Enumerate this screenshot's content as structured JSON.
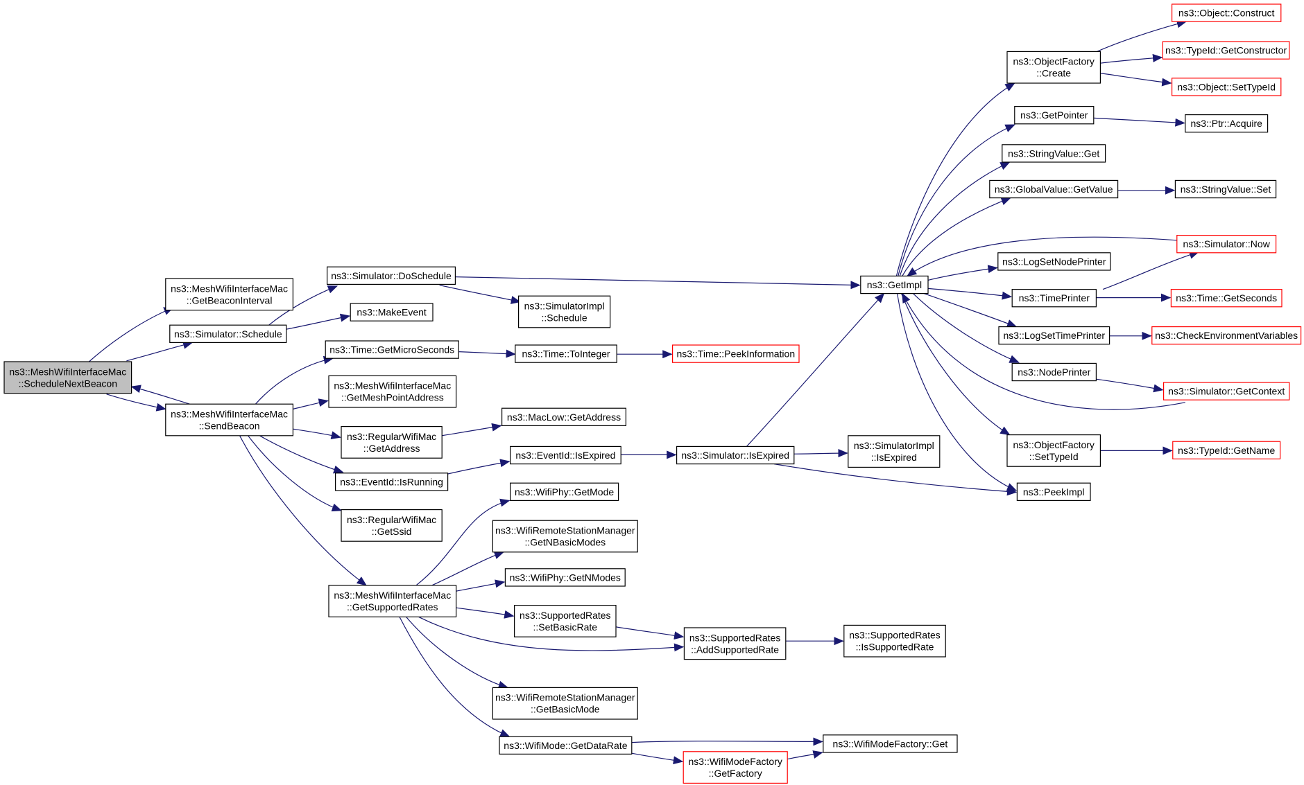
{
  "colors": {
    "edge": "#191970",
    "border_normal": "#000000",
    "border_truncated": "#ff0000",
    "fill_normal": "#ffffff",
    "fill_focus": "#bfbfbf"
  },
  "nodes": [
    {
      "id": "root",
      "lines": [
        "ns3::MeshWifiInterfaceMac",
        "::ScheduleNextBeacon"
      ],
      "style": "focus"
    },
    {
      "id": "getBeaconInterval",
      "lines": [
        "ns3::MeshWifiInterfaceMac",
        "::GetBeaconInterval"
      ],
      "style": "normal"
    },
    {
      "id": "schedule",
      "lines": [
        "ns3::Simulator::Schedule"
      ],
      "style": "normal"
    },
    {
      "id": "sendBeacon",
      "lines": [
        "ns3::MeshWifiInterfaceMac",
        "::SendBeacon"
      ],
      "style": "normal"
    },
    {
      "id": "doSchedule",
      "lines": [
        "ns3::Simulator::DoSchedule"
      ],
      "style": "normal"
    },
    {
      "id": "makeEvent",
      "lines": [
        "ns3::MakeEvent"
      ],
      "style": "normal"
    },
    {
      "id": "getMicroSeconds",
      "lines": [
        "ns3::Time::GetMicroSeconds"
      ],
      "style": "normal"
    },
    {
      "id": "getMeshPointAddress",
      "lines": [
        "ns3::MeshWifiInterfaceMac",
        "::GetMeshPointAddress"
      ],
      "style": "normal"
    },
    {
      "id": "rwmGetAddress",
      "lines": [
        "ns3::RegularWifiMac",
        "::GetAddress"
      ],
      "style": "normal"
    },
    {
      "id": "isRunning",
      "lines": [
        "ns3::EventId::IsRunning"
      ],
      "style": "normal"
    },
    {
      "id": "getSsid",
      "lines": [
        "ns3::RegularWifiMac",
        "::GetSsid"
      ],
      "style": "normal"
    },
    {
      "id": "getSupportedRates",
      "lines": [
        "ns3::MeshWifiInterfaceMac",
        "::GetSupportedRates"
      ],
      "style": "normal"
    },
    {
      "id": "simImplSchedule",
      "lines": [
        "ns3::SimulatorImpl",
        "::Schedule"
      ],
      "style": "normal"
    },
    {
      "id": "toInteger",
      "lines": [
        "ns3::Time::ToInteger"
      ],
      "style": "normal"
    },
    {
      "id": "peekInformation",
      "lines": [
        "ns3::Time::PeekInformation"
      ],
      "style": "truncated"
    },
    {
      "id": "macLowGetAddress",
      "lines": [
        "ns3::MacLow::GetAddress"
      ],
      "style": "normal"
    },
    {
      "id": "eventIsExpired",
      "lines": [
        "ns3::EventId::IsExpired"
      ],
      "style": "normal"
    },
    {
      "id": "simIsExpired",
      "lines": [
        "ns3::Simulator::IsExpired"
      ],
      "style": "normal"
    },
    {
      "id": "simImplIsExpired",
      "lines": [
        "ns3::SimulatorImpl",
        "::IsExpired"
      ],
      "style": "normal"
    },
    {
      "id": "phyGetMode",
      "lines": [
        "ns3::WifiPhy::GetMode"
      ],
      "style": "normal"
    },
    {
      "id": "getNBasicModes",
      "lines": [
        "ns3::WifiRemoteStationManager",
        "::GetNBasicModes"
      ],
      "style": "normal"
    },
    {
      "id": "getNModes",
      "lines": [
        "ns3::WifiPhy::GetNModes"
      ],
      "style": "normal"
    },
    {
      "id": "setBasicRate",
      "lines": [
        "ns3::SupportedRates",
        "::SetBasicRate"
      ],
      "style": "normal"
    },
    {
      "id": "addSupportedRate",
      "lines": [
        "ns3::SupportedRates",
        "::AddSupportedRate"
      ],
      "style": "normal"
    },
    {
      "id": "isSupportedRate",
      "lines": [
        "ns3::SupportedRates",
        "::IsSupportedRate"
      ],
      "style": "normal"
    },
    {
      "id": "getBasicMode",
      "lines": [
        "ns3::WifiRemoteStationManager",
        "::GetBasicMode"
      ],
      "style": "normal"
    },
    {
      "id": "getDataRate",
      "lines": [
        "ns3::WifiMode::GetDataRate"
      ],
      "style": "normal"
    },
    {
      "id": "modeFactoryGetFactory",
      "lines": [
        "ns3::WifiModeFactory",
        "::GetFactory"
      ],
      "style": "truncated"
    },
    {
      "id": "modeFactoryGet",
      "lines": [
        "ns3::WifiModeFactory::Get"
      ],
      "style": "normal"
    },
    {
      "id": "getImpl",
      "lines": [
        "ns3::GetImpl"
      ],
      "style": "normal"
    },
    {
      "id": "objectFactoryCreate",
      "lines": [
        "ns3::ObjectFactory",
        "::Create"
      ],
      "style": "normal"
    },
    {
      "id": "getPointer",
      "lines": [
        "ns3::GetPointer"
      ],
      "style": "normal"
    },
    {
      "id": "stringValueGet",
      "lines": [
        "ns3::StringValue::Get"
      ],
      "style": "normal"
    },
    {
      "id": "globalValueGetValue",
      "lines": [
        "ns3::GlobalValue::GetValue"
      ],
      "style": "normal"
    },
    {
      "id": "logSetNodePrinter",
      "lines": [
        "ns3::LogSetNodePrinter"
      ],
      "style": "normal"
    },
    {
      "id": "timePrinter",
      "lines": [
        "ns3::TimePrinter"
      ],
      "style": "normal"
    },
    {
      "id": "logSetTimePrinter",
      "lines": [
        "ns3::LogSetTimePrinter"
      ],
      "style": "normal"
    },
    {
      "id": "nodePrinter",
      "lines": [
        "ns3::NodePrinter"
      ],
      "style": "normal"
    },
    {
      "id": "objectFactorySetTypeId",
      "lines": [
        "ns3::ObjectFactory",
        "::SetTypeId"
      ],
      "style": "normal"
    },
    {
      "id": "peekImpl",
      "lines": [
        "ns3::PeekImpl"
      ],
      "style": "normal"
    },
    {
      "id": "objectConstruct",
      "lines": [
        "ns3::Object::Construct"
      ],
      "style": "truncated"
    },
    {
      "id": "typeIdGetConstructor",
      "lines": [
        "ns3::TypeId::GetConstructor"
      ],
      "style": "truncated"
    },
    {
      "id": "objectSetTypeId",
      "lines": [
        "ns3::Object::SetTypeId"
      ],
      "style": "truncated"
    },
    {
      "id": "ptrAcquire",
      "lines": [
        "ns3::Ptr::Acquire"
      ],
      "style": "normal"
    },
    {
      "id": "stringValueSet",
      "lines": [
        "ns3::StringValue::Set"
      ],
      "style": "normal"
    },
    {
      "id": "simulatorNow",
      "lines": [
        "ns3::Simulator::Now"
      ],
      "style": "truncated"
    },
    {
      "id": "timeGetSeconds",
      "lines": [
        "ns3::Time::GetSeconds"
      ],
      "style": "truncated"
    },
    {
      "id": "checkEnvVars",
      "lines": [
        "ns3::CheckEnvironmentVariables"
      ],
      "style": "truncated"
    },
    {
      "id": "simGetContext",
      "lines": [
        "ns3::Simulator::GetContext"
      ],
      "style": "truncated"
    },
    {
      "id": "typeIdGetName",
      "lines": [
        "ns3::TypeId::GetName"
      ],
      "style": "truncated"
    }
  ],
  "edges": [
    {
      "from": "root",
      "to": "getBeaconInterval"
    },
    {
      "from": "root",
      "to": "schedule"
    },
    {
      "from": "root",
      "to": "sendBeacon"
    },
    {
      "from": "sendBeacon",
      "to": "root"
    },
    {
      "from": "schedule",
      "to": "doSchedule"
    },
    {
      "from": "schedule",
      "to": "makeEvent"
    },
    {
      "from": "doSchedule",
      "to": "getImpl"
    },
    {
      "from": "doSchedule",
      "to": "simImplSchedule"
    },
    {
      "from": "sendBeacon",
      "to": "getMicroSeconds"
    },
    {
      "from": "sendBeacon",
      "to": "getMeshPointAddress"
    },
    {
      "from": "sendBeacon",
      "to": "rwmGetAddress"
    },
    {
      "from": "sendBeacon",
      "to": "isRunning"
    },
    {
      "from": "sendBeacon",
      "to": "getSsid"
    },
    {
      "from": "sendBeacon",
      "to": "getSupportedRates"
    },
    {
      "from": "getMicroSeconds",
      "to": "toInteger"
    },
    {
      "from": "toInteger",
      "to": "peekInformation"
    },
    {
      "from": "rwmGetAddress",
      "to": "macLowGetAddress"
    },
    {
      "from": "isRunning",
      "to": "eventIsExpired"
    },
    {
      "from": "eventIsExpired",
      "to": "simIsExpired"
    },
    {
      "from": "simIsExpired",
      "to": "getImpl"
    },
    {
      "from": "simIsExpired",
      "to": "simImplIsExpired"
    },
    {
      "from": "simIsExpired",
      "to": "peekImpl"
    },
    {
      "from": "getSupportedRates",
      "to": "phyGetMode"
    },
    {
      "from": "getSupportedRates",
      "to": "getNBasicModes"
    },
    {
      "from": "getSupportedRates",
      "to": "getNModes"
    },
    {
      "from": "getSupportedRates",
      "to": "setBasicRate"
    },
    {
      "from": "getSupportedRates",
      "to": "addSupportedRate"
    },
    {
      "from": "getSupportedRates",
      "to": "getBasicMode"
    },
    {
      "from": "getSupportedRates",
      "to": "getDataRate"
    },
    {
      "from": "setBasicRate",
      "to": "addSupportedRate"
    },
    {
      "from": "addSupportedRate",
      "to": "isSupportedRate"
    },
    {
      "from": "getDataRate",
      "to": "modeFactoryGet"
    },
    {
      "from": "getDataRate",
      "to": "modeFactoryGetFactory"
    },
    {
      "from": "modeFactoryGetFactory",
      "to": "modeFactoryGet"
    },
    {
      "from": "getImpl",
      "to": "objectFactoryCreate"
    },
    {
      "from": "getImpl",
      "to": "getPointer"
    },
    {
      "from": "getImpl",
      "to": "stringValueGet"
    },
    {
      "from": "getImpl",
      "to": "globalValueGetValue"
    },
    {
      "from": "getImpl",
      "to": "logSetNodePrinter"
    },
    {
      "from": "getImpl",
      "to": "timePrinter"
    },
    {
      "from": "getImpl",
      "to": "logSetTimePrinter"
    },
    {
      "from": "getImpl",
      "to": "nodePrinter"
    },
    {
      "from": "getImpl",
      "to": "objectFactorySetTypeId"
    },
    {
      "from": "getImpl",
      "to": "peekImpl"
    },
    {
      "from": "simulatorNow",
      "to": "getImpl"
    },
    {
      "from": "simGetContext",
      "to": "getImpl"
    },
    {
      "from": "objectFactoryCreate",
      "to": "objectConstruct"
    },
    {
      "from": "objectFactoryCreate",
      "to": "typeIdGetConstructor"
    },
    {
      "from": "objectFactoryCreate",
      "to": "objectSetTypeId"
    },
    {
      "from": "getPointer",
      "to": "ptrAcquire"
    },
    {
      "from": "globalValueGetValue",
      "to": "stringValueSet"
    },
    {
      "from": "timePrinter",
      "to": "simulatorNow"
    },
    {
      "from": "timePrinter",
      "to": "timeGetSeconds"
    },
    {
      "from": "logSetTimePrinter",
      "to": "checkEnvVars"
    },
    {
      "from": "nodePrinter",
      "to": "simGetContext"
    },
    {
      "from": "objectFactorySetTypeId",
      "to": "typeIdGetName"
    }
  ]
}
